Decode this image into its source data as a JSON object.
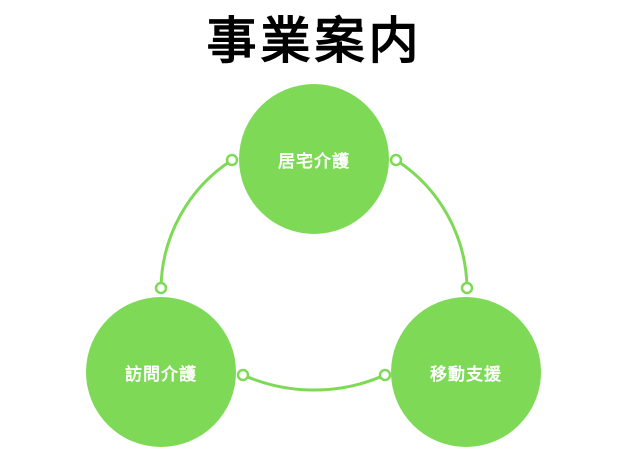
{
  "title": "事業案内",
  "colors": {
    "node_fill": "#7ed957",
    "connector": "#7ed957",
    "label": "#ffffff",
    "title": "#000000"
  },
  "nodes": [
    {
      "id": "top",
      "label": "居宅介護"
    },
    {
      "id": "left",
      "label": "訪問介護"
    },
    {
      "id": "right",
      "label": "移動支援"
    }
  ]
}
